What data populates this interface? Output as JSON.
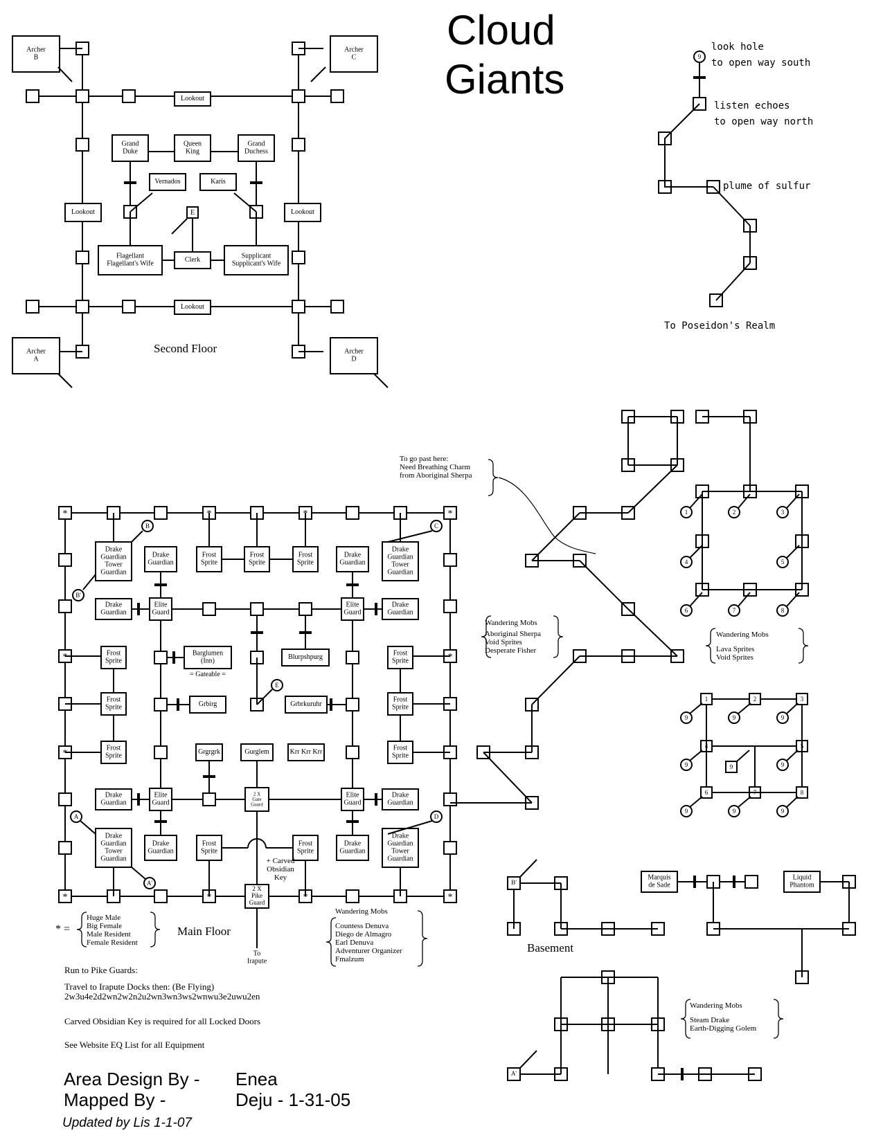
{
  "title": [
    "Cloud",
    "Giants"
  ],
  "second_floor": {
    "label": "Second Floor",
    "rooms": [
      "Archer\nB",
      "Archer\nC",
      "Archer\nA",
      "Archer\nD",
      "Lookout",
      "Lookout",
      "Lookout",
      "Lookout",
      "Grand\nDuke",
      "Queen\nKing",
      "Grand\nDuchess",
      "Vernados",
      "Karis",
      "E",
      "Flagellant\nFlagellant's Wife",
      "Clerk",
      "Supplicant\nSupplicant's Wife"
    ]
  },
  "tower_path": {
    "nodes": [
      "9"
    ],
    "notes": [
      "look hole",
      "to open way south",
      "listen echoes",
      "to open way north",
      "plume of sulfur",
      "To Poseidon's Realm"
    ]
  },
  "main_floor": {
    "label": "Main Floor",
    "rooms": [
      "Drake\nGuardian\nTower\nGuardian",
      "Drake\nGuardian",
      "Frost\nSprite",
      "Frost\nSprite",
      "Frost\nSprite",
      "Drake\nGuardian",
      "Drake\nGuardian\nTower\nGuardian",
      "Drake\nGuardian",
      "Elite\nGuard",
      "Elite\nGuard",
      "Drake\nGuardian",
      "Frost\nSprite",
      "Barglumen\n(Inn)",
      "Blurpshpurg",
      "Frost\nSprite",
      "Frost\nSprite",
      "Grbirg",
      "Grbrkuruhr",
      "Frost\nSprite",
      "Frost\nSprite",
      "Grgrgrk",
      "Gurglem",
      "Krr Krr Krr",
      "Frost\nSprite",
      "Drake\nGuardian",
      "Elite\nGuard",
      "2 X\nGate\nGuard",
      "Elite\nGuard",
      "Drake\nGuardian",
      "Drake\nGuardian\nTower\nGuardian",
      "Drake\nGuardian",
      "Frost\nSprite",
      "Frost\nSprite",
      "Drake\nGuardian",
      "Drake\nGuardian\nTower\nGuardian",
      "2 X\nPike\nGuard"
    ],
    "markers": [
      "B",
      "C",
      "B'",
      "E",
      "A",
      "A'",
      "D"
    ],
    "gateable": "= Gateable =",
    "carved_key": [
      "+ Carved",
      "Obsidian",
      "Key"
    ],
    "to_irapute": [
      "To",
      "Irapute"
    ],
    "star_legend": {
      "symbol": "* =",
      "items": [
        "Huge Male",
        "Big Female",
        "Male Resident",
        "Female Resident"
      ]
    },
    "wandering": {
      "title": "Wandering Mobs",
      "items": [
        "Countess Denuva",
        "Diego de Almagro",
        "Earl  Denuva",
        "Adventurer Organizer",
        "Fmalzum"
      ]
    }
  },
  "notes": [
    "Run to Pike Guards:",
    "Travel to Irapute Docks then: (Be Flying)",
    "2w3u4e2d2wn2w2n2u2wn3wn3ws2wnwu3e2uwu2en",
    "Carved Obsidian Key is required for all Locked Doors",
    "See Website EQ List for all Equipment"
  ],
  "breathing_note": [
    "To go past here:",
    "Need Breathing Charm",
    "from Aboriginal Sherpa"
  ],
  "mid_wandering": {
    "title": "Wandering Mobs",
    "items": [
      "Aboriginal Sherpa",
      "Void Sprites",
      "Desperate Fisher"
    ]
  },
  "right_wandering": {
    "title": "Wandering Mobs",
    "items": [
      "Lava Sprites",
      "Void Sprites"
    ]
  },
  "circles_upper": [
    "1",
    "2",
    "3",
    "4",
    "5",
    "6",
    "7",
    "8"
  ],
  "circles_lower": [
    "1",
    "2",
    "3",
    "4",
    "5",
    "6",
    "7",
    "8",
    "9"
  ],
  "basement": {
    "label": "Basement",
    "rooms": [
      "B'",
      "Marquis\nde Sade",
      "Liquid\nPhantom",
      "A'"
    ],
    "wandering": {
      "title": "Wandering Mobs",
      "items": [
        "Steam Drake",
        "Earth-Digging Golem"
      ]
    }
  },
  "credits": {
    "design_label": "Area Design By -",
    "design_name": "Enea",
    "mapped_label": "Mapped By -",
    "mapped_name": "Deju  - 1-31-05",
    "updated": "Updated by Lis 1-1-07"
  }
}
